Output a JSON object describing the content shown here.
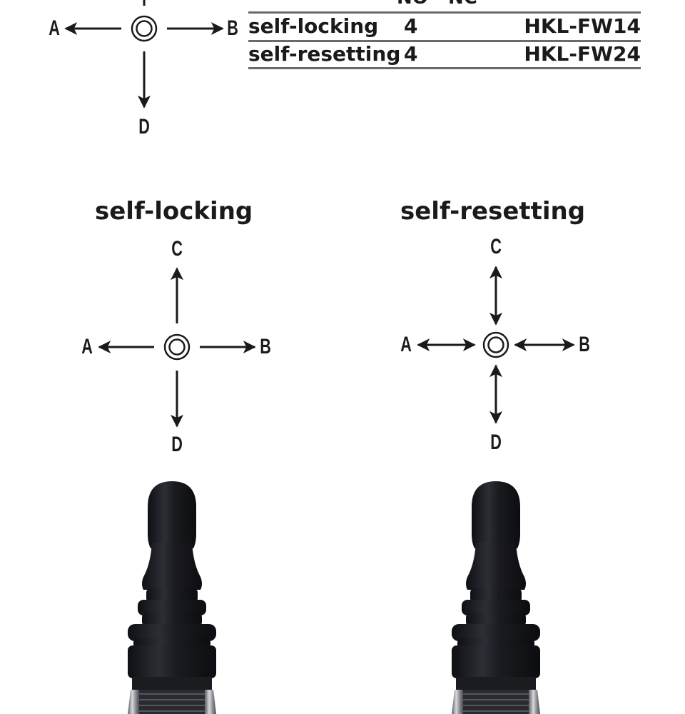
{
  "top_diagram": {
    "labels": {
      "a": "A",
      "b": "B",
      "d": "D"
    }
  },
  "table": {
    "header": {
      "no": "NO",
      "nc": "NC"
    },
    "rows": [
      {
        "type": "self-locking",
        "no": "4",
        "model": "HKL-FW14"
      },
      {
        "type": "self-resetting",
        "no": "4",
        "model": "HKL-FW24"
      }
    ]
  },
  "left_panel": {
    "title": "self-locking",
    "labels": {
      "a": "A",
      "b": "B",
      "c": "C",
      "d": "D"
    }
  },
  "right_panel": {
    "title": "self-resetting",
    "labels": {
      "a": "A",
      "b": "B",
      "c": "C",
      "d": "D"
    }
  },
  "colors": {
    "ink": "#1a1a1a",
    "rule": "#6a6a6a",
    "rubber": "#1c1d22",
    "metal": "#9a9ca2"
  }
}
